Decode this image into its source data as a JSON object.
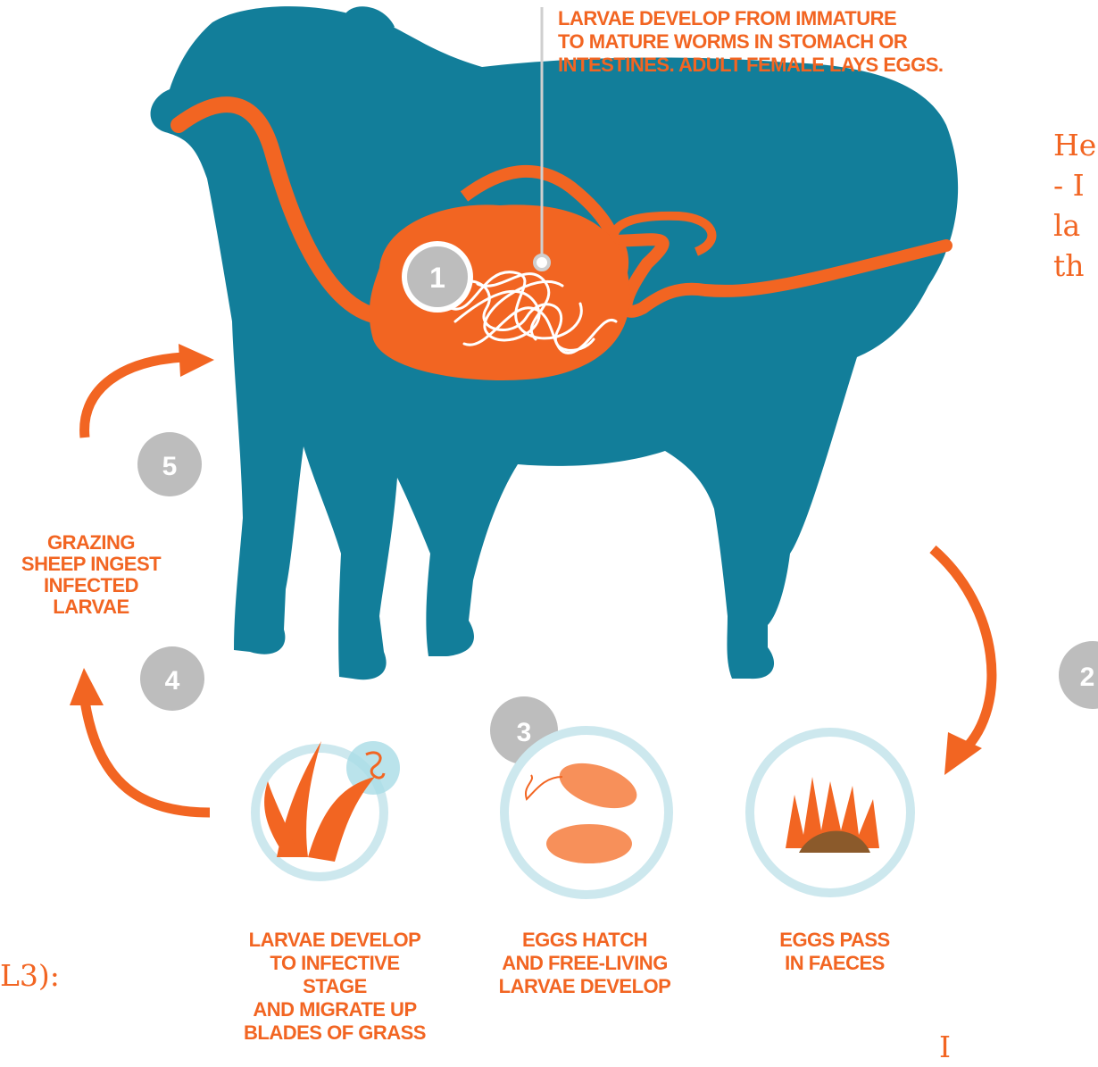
{
  "colors": {
    "sheep": "#127E9A",
    "accent": "#F26522",
    "light_accent": "#F7905A",
    "badge": "#BDBDBD",
    "ring": "#CDE8EE"
  },
  "stage1": {
    "number": "1",
    "lines": [
      "LARVAE DEVELOP FROM IMMATURE",
      "TO MATURE WORMS IN STOMACH OR",
      "INTESTINES. ADULT FEMALE LAYS EGGS."
    ]
  },
  "stage2": {
    "number": "2",
    "lines": [
      "EGGS PASS",
      "IN FAECES"
    ]
  },
  "stage3": {
    "number": "3",
    "lines": [
      "EGGS HATCH",
      "AND FREE-LIVING",
      "LARVAE DEVELOP"
    ]
  },
  "stage4": {
    "number": "4",
    "lines": [
      "LARVAE DEVELOP",
      "TO INFECTIVE STAGE",
      "AND MIGRATE UP",
      "BLADES OF GRASS"
    ]
  },
  "stage5": {
    "number": "5",
    "lines": [
      "GRAZING",
      "SHEEP INGEST",
      "INFECTED",
      "LARVAE"
    ]
  },
  "side_text": {
    "right_lines": [
      "He",
      "- I",
      "la",
      "th"
    ],
    "left_bottom": "L3):",
    "right_bottom": "I"
  }
}
